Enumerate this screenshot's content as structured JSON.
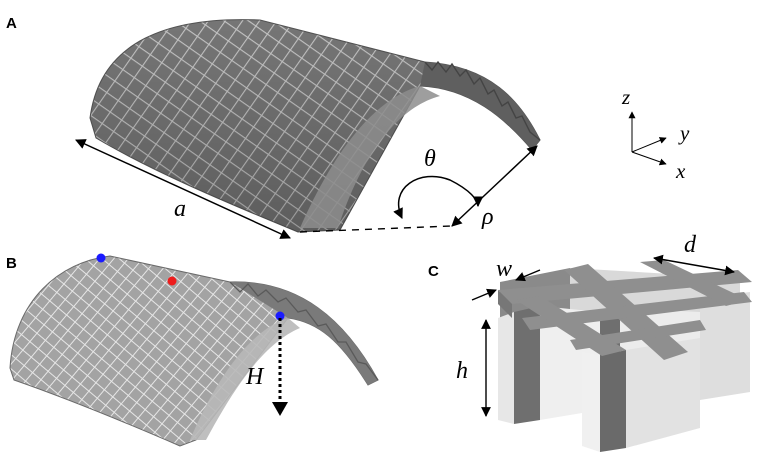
{
  "panels": {
    "a": {
      "label": "A",
      "dimension_length": "a",
      "dimension_angle": "θ",
      "dimension_radius": "ρ"
    },
    "b": {
      "label": "B",
      "displacement": "H"
    },
    "c": {
      "label": "C",
      "width": "w",
      "spacing": "d",
      "height": "h"
    }
  },
  "axes": {
    "z": "z",
    "y": "y",
    "x": "x"
  },
  "colors": {
    "shell_dark": "#6e6e6e",
    "shell_light": "#a8a8a8",
    "lattice_line": "#d6d6d6",
    "marker_blue": "#1a1aff",
    "marker_red": "#ee1c1c",
    "cell_top": "#8a8a8a",
    "cell_face_light": "#e9e9e9",
    "cell_face_dark": "#6f6f6f"
  }
}
